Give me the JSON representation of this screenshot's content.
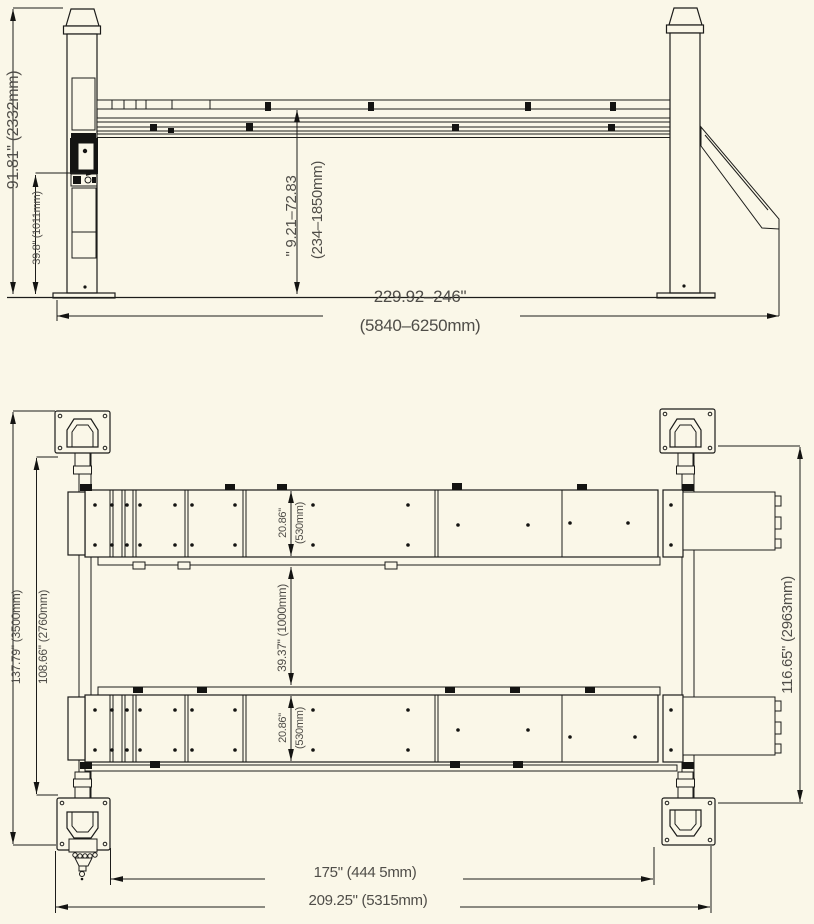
{
  "drawing": {
    "type": "four-post-lift-dimensional-drawing",
    "colors": {
      "background": "#faf7e8",
      "line": "#1c1c1a",
      "text": "#4f4d48"
    },
    "side_view": {
      "total_height": "91.81\"  (2332mm)",
      "power_unit_height": "39.8\" (1011mm)",
      "lift_range_in": "\" 9.21–72.83",
      "lift_range_mm": "(234–1850mm)",
      "overall_length_in": "229.92–246\"",
      "overall_length_mm": "(5840–6250mm)"
    },
    "plan_view": {
      "overall_width": "137.79\"  (3500mm)",
      "inner_width": "108.66\"  (2760mm)",
      "runway_width_top_in": "20.86\"",
      "runway_width_top_mm": "(530mm)",
      "runway_gap": "39.37\"  (1000mm)",
      "runway_width_bottom_in": "20.86\"",
      "runway_width_bottom_mm": "(530mm)",
      "column_span_right": "116.65\"  (2963mm)",
      "post_inner_span": "175\"  (444 5mm)",
      "post_outer_span": "209.25\"  (5315mm)"
    }
  }
}
